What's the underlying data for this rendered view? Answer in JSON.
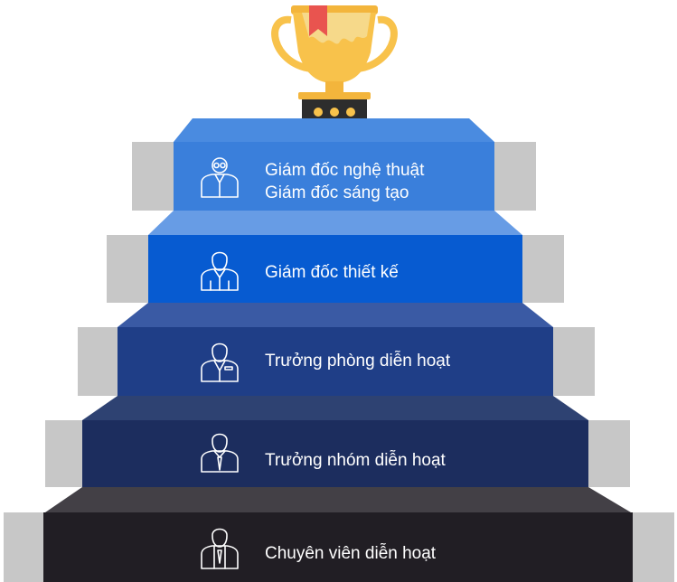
{
  "trophy": {
    "icon": "trophy-icon",
    "cup_color": "#F8C24B",
    "base_color": "#2D2D2D"
  },
  "steps": [
    {
      "lines": [
        "Giám đốc nghệ thuật",
        "Giám đốc sáng tạo"
      ],
      "icon": "director-glasses-icon",
      "color": "#3A7FDB",
      "top_color": "#4A8BE0"
    },
    {
      "lines": [
        "Giám đốc thiết kế"
      ],
      "icon": "director-icon",
      "color": "#075BD1",
      "top_color": "#679CE5"
    },
    {
      "lines": [
        "Trưởng phòng diễn hoạt"
      ],
      "icon": "manager-icon",
      "color": "#1F3E87",
      "top_color": "#3A5AA4"
    },
    {
      "lines": [
        "Trưởng nhóm diễn hoạt"
      ],
      "icon": "team-lead-icon",
      "color": "#1C2D5E",
      "top_color": "#2E4272"
    },
    {
      "lines": [
        "Chuyên viên diễn hoạt"
      ],
      "icon": "specialist-icon",
      "color": "#211E24",
      "top_color": "#434046"
    }
  ]
}
